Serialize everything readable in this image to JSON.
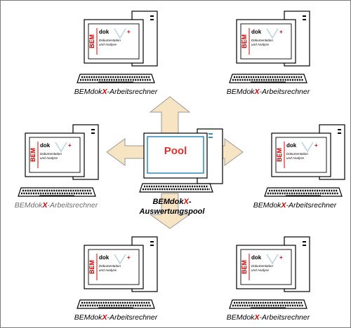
{
  "diagram": {
    "pool_label": "Pool",
    "pool_caption_line1_prefix": "BEMdok",
    "pool_caption_line1_x": "X",
    "pool_caption_line1_suffix": "-",
    "pool_caption_line2": "Auswertungspool",
    "station_caption_prefix": "BEMdok",
    "station_caption_x": "X",
    "station_caption_suffix": "-Arbeitsrechner",
    "logo": {
      "bem": "BEM",
      "dok": "dok",
      "tagline_line1": "Dokumentation",
      "tagline_line2": "und Analyse",
      "plus": "+"
    },
    "colors": {
      "arrow_fill": "#f6e4c2",
      "arrow_stroke": "#9a9a9a",
      "pool_screen_border": "#3a8fc7",
      "pool_text": "#e03030",
      "x_red": "#d40000",
      "outline": "#000000",
      "caption_gray": "#6e6e6e"
    },
    "stations": [
      {
        "id": "top-left",
        "caption_gray": false
      },
      {
        "id": "top-right",
        "caption_gray": false
      },
      {
        "id": "mid-left",
        "caption_gray": true
      },
      {
        "id": "mid-right",
        "caption_gray": false
      },
      {
        "id": "bottom-left",
        "caption_gray": false
      },
      {
        "id": "bottom-right",
        "caption_gray": false
      }
    ]
  }
}
